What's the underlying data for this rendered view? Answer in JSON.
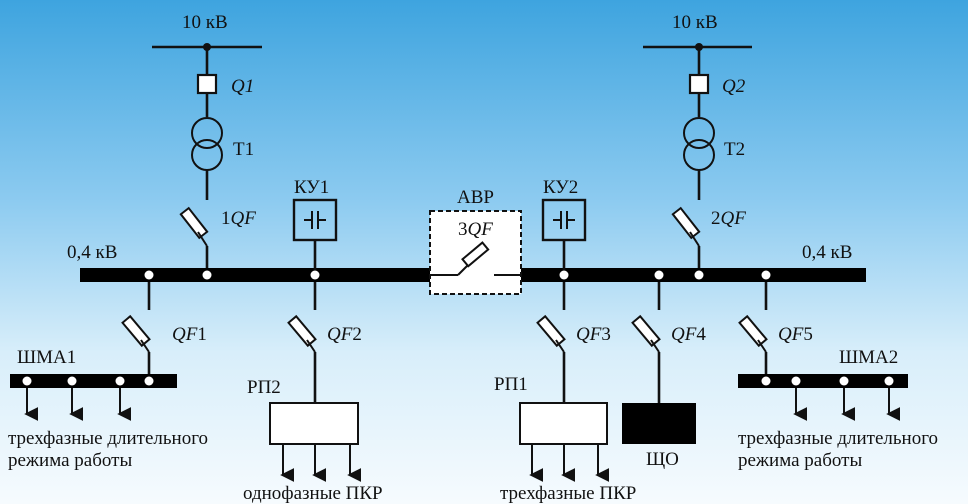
{
  "labels": {
    "hv_left": "10 кВ",
    "hv_right": "10 кВ",
    "q1": "Q1",
    "q2": "Q2",
    "t1": "Т1",
    "t2": "Т2",
    "qf1_main_num": "1",
    "qf1_main_txt": "QF",
    "qf2_main_num": "2",
    "qf2_main_txt": "QF",
    "ku1": "КУ1",
    "ku2": "КУ2",
    "avr": "АВР",
    "qf3_tie_num": "3",
    "qf3_tie_txt": "QF",
    "lv_left": "0,4 кВ",
    "lv_right": "0,4 кВ",
    "qf1_txt": "QF",
    "qf1_num": "1",
    "qf2_txt": "QF",
    "qf2_num": "2",
    "qf3_txt": "QF",
    "qf3_num": "3",
    "qf4_txt": "QF",
    "qf4_num": "4",
    "qf5_txt": "QF",
    "qf5_num": "5",
    "shma1": "ШМА1",
    "shma2": "ШМА2",
    "rp2": "РП2",
    "rp1": "РП1",
    "shchо": "ЩО",
    "load_left_line1": "трехфазные длительного",
    "load_left_line2": "режима работы",
    "load_right_line1": "трехфазные длительного",
    "load_right_line2": "режима работы",
    "load_rp2": "однофазные ПКР",
    "load_rp1": "трехфазные ПКР"
  },
  "colors": {
    "line": "#111111",
    "background_top": "#3ea4df",
    "background_bottom": "#f6fbfe",
    "box_fill": "#ffffff",
    "shchо_fill": "#000000"
  }
}
